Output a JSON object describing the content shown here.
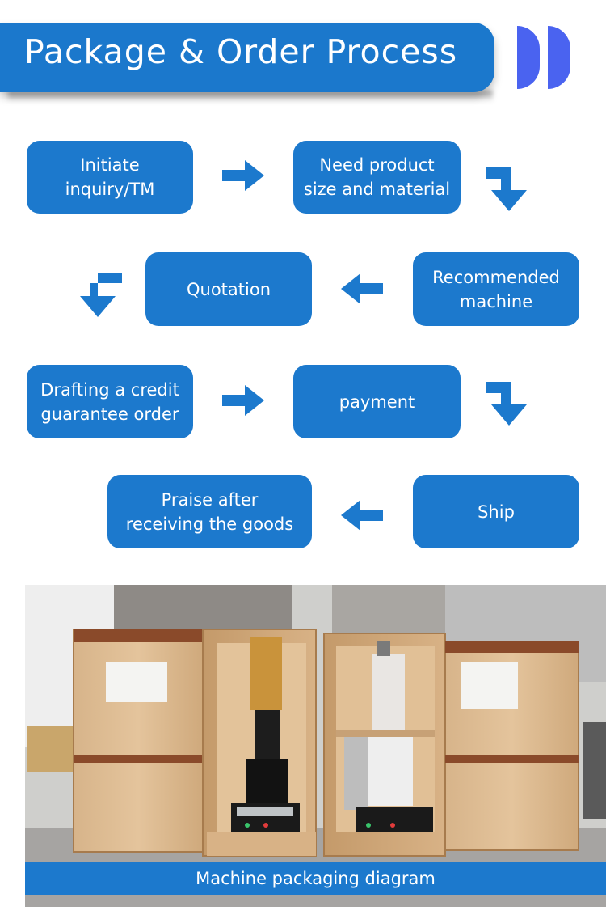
{
  "header": {
    "title": "Package & Order Process"
  },
  "steps": [
    {
      "label": "Initiate\ninquiry/TM"
    },
    {
      "label": "Need product\nsize and material"
    },
    {
      "label": "Recommended\nmachine"
    },
    {
      "label": "Quotation"
    },
    {
      "label": "Drafting a credit\nguarantee order"
    },
    {
      "label": "payment"
    },
    {
      "label": "Ship"
    },
    {
      "label": "Praise after\nreceiving the goods"
    }
  ],
  "colors": {
    "brand_blue": "#1c79cd",
    "accent_violet": "#4a63f0"
  },
  "icons": {
    "arrow_right": "arrow-right-icon",
    "arrow_left": "arrow-left-icon",
    "arrow_down": "arrow-down-turn-icon"
  },
  "photo": {
    "caption": "Machine packaging diagram"
  }
}
